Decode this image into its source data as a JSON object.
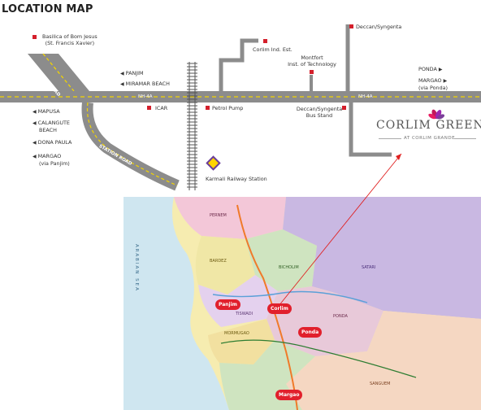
{
  "title": "LOCATION MAP",
  "places": {
    "basilica": "Basilica of Bom Jesus",
    "basilica_sub": "(St. Francis Xavier)",
    "old_goa_road": "OLD GOA ROAD",
    "station_road": "STATION ROAD",
    "panjim": "PANJIM",
    "miramar": "MIRAMAR BEACH",
    "nh4a_left": "NH-4A",
    "nh4a_right": "NH-4A",
    "icar": "ICAR",
    "petrol_pump": "Petrol Pump",
    "corlim_ind": "Corlim Ind. Est.",
    "montfort_1": "Montfort",
    "montfort_2": "Inst. of Technology",
    "deccan_top": "Deccan/Syngenta",
    "deccan_bus_1": "Deccan/Syngenta",
    "deccan_bus_2": "Bus Stand",
    "karmali": "Karmali Railway Station",
    "ponda": "PONDA",
    "margao_ponda": "MARGAO",
    "via_ponda": "(via Ponda)",
    "mapusa": "MAPUSA",
    "calangute_1": "CALANGUTE",
    "calangute_2": "BEACH",
    "dona_paula": "DONA PAULA",
    "margao_panjim": "MARGAO",
    "via_panjim": "(via Panjim)"
  },
  "brand": {
    "name": "CORLIM GREENS",
    "tagline": "AT CORLIM GRANDE",
    "accent_pink": "#c2185b",
    "accent_purple": "#7b3f9a"
  },
  "region_map": {
    "districts": [
      "PERNEM",
      "BARDEZ",
      "BICHOLIM",
      "SATARI",
      "TISWADI",
      "PONDA",
      "MORMUGAO",
      "SANGUEM"
    ],
    "sea_label": "ARABIAN SEA",
    "pins": [
      "Panjim",
      "Corlim",
      "Ponda",
      "Margao"
    ]
  },
  "colors": {
    "road": "#8c8c8c",
    "road_dash": "#f2d400",
    "marker": "#d41f2b",
    "pin": "#e1202c",
    "connector": "#e02020",
    "railway": "#555555",
    "station_ring": "#6a3d9a",
    "station_fill": "#ffd400"
  }
}
